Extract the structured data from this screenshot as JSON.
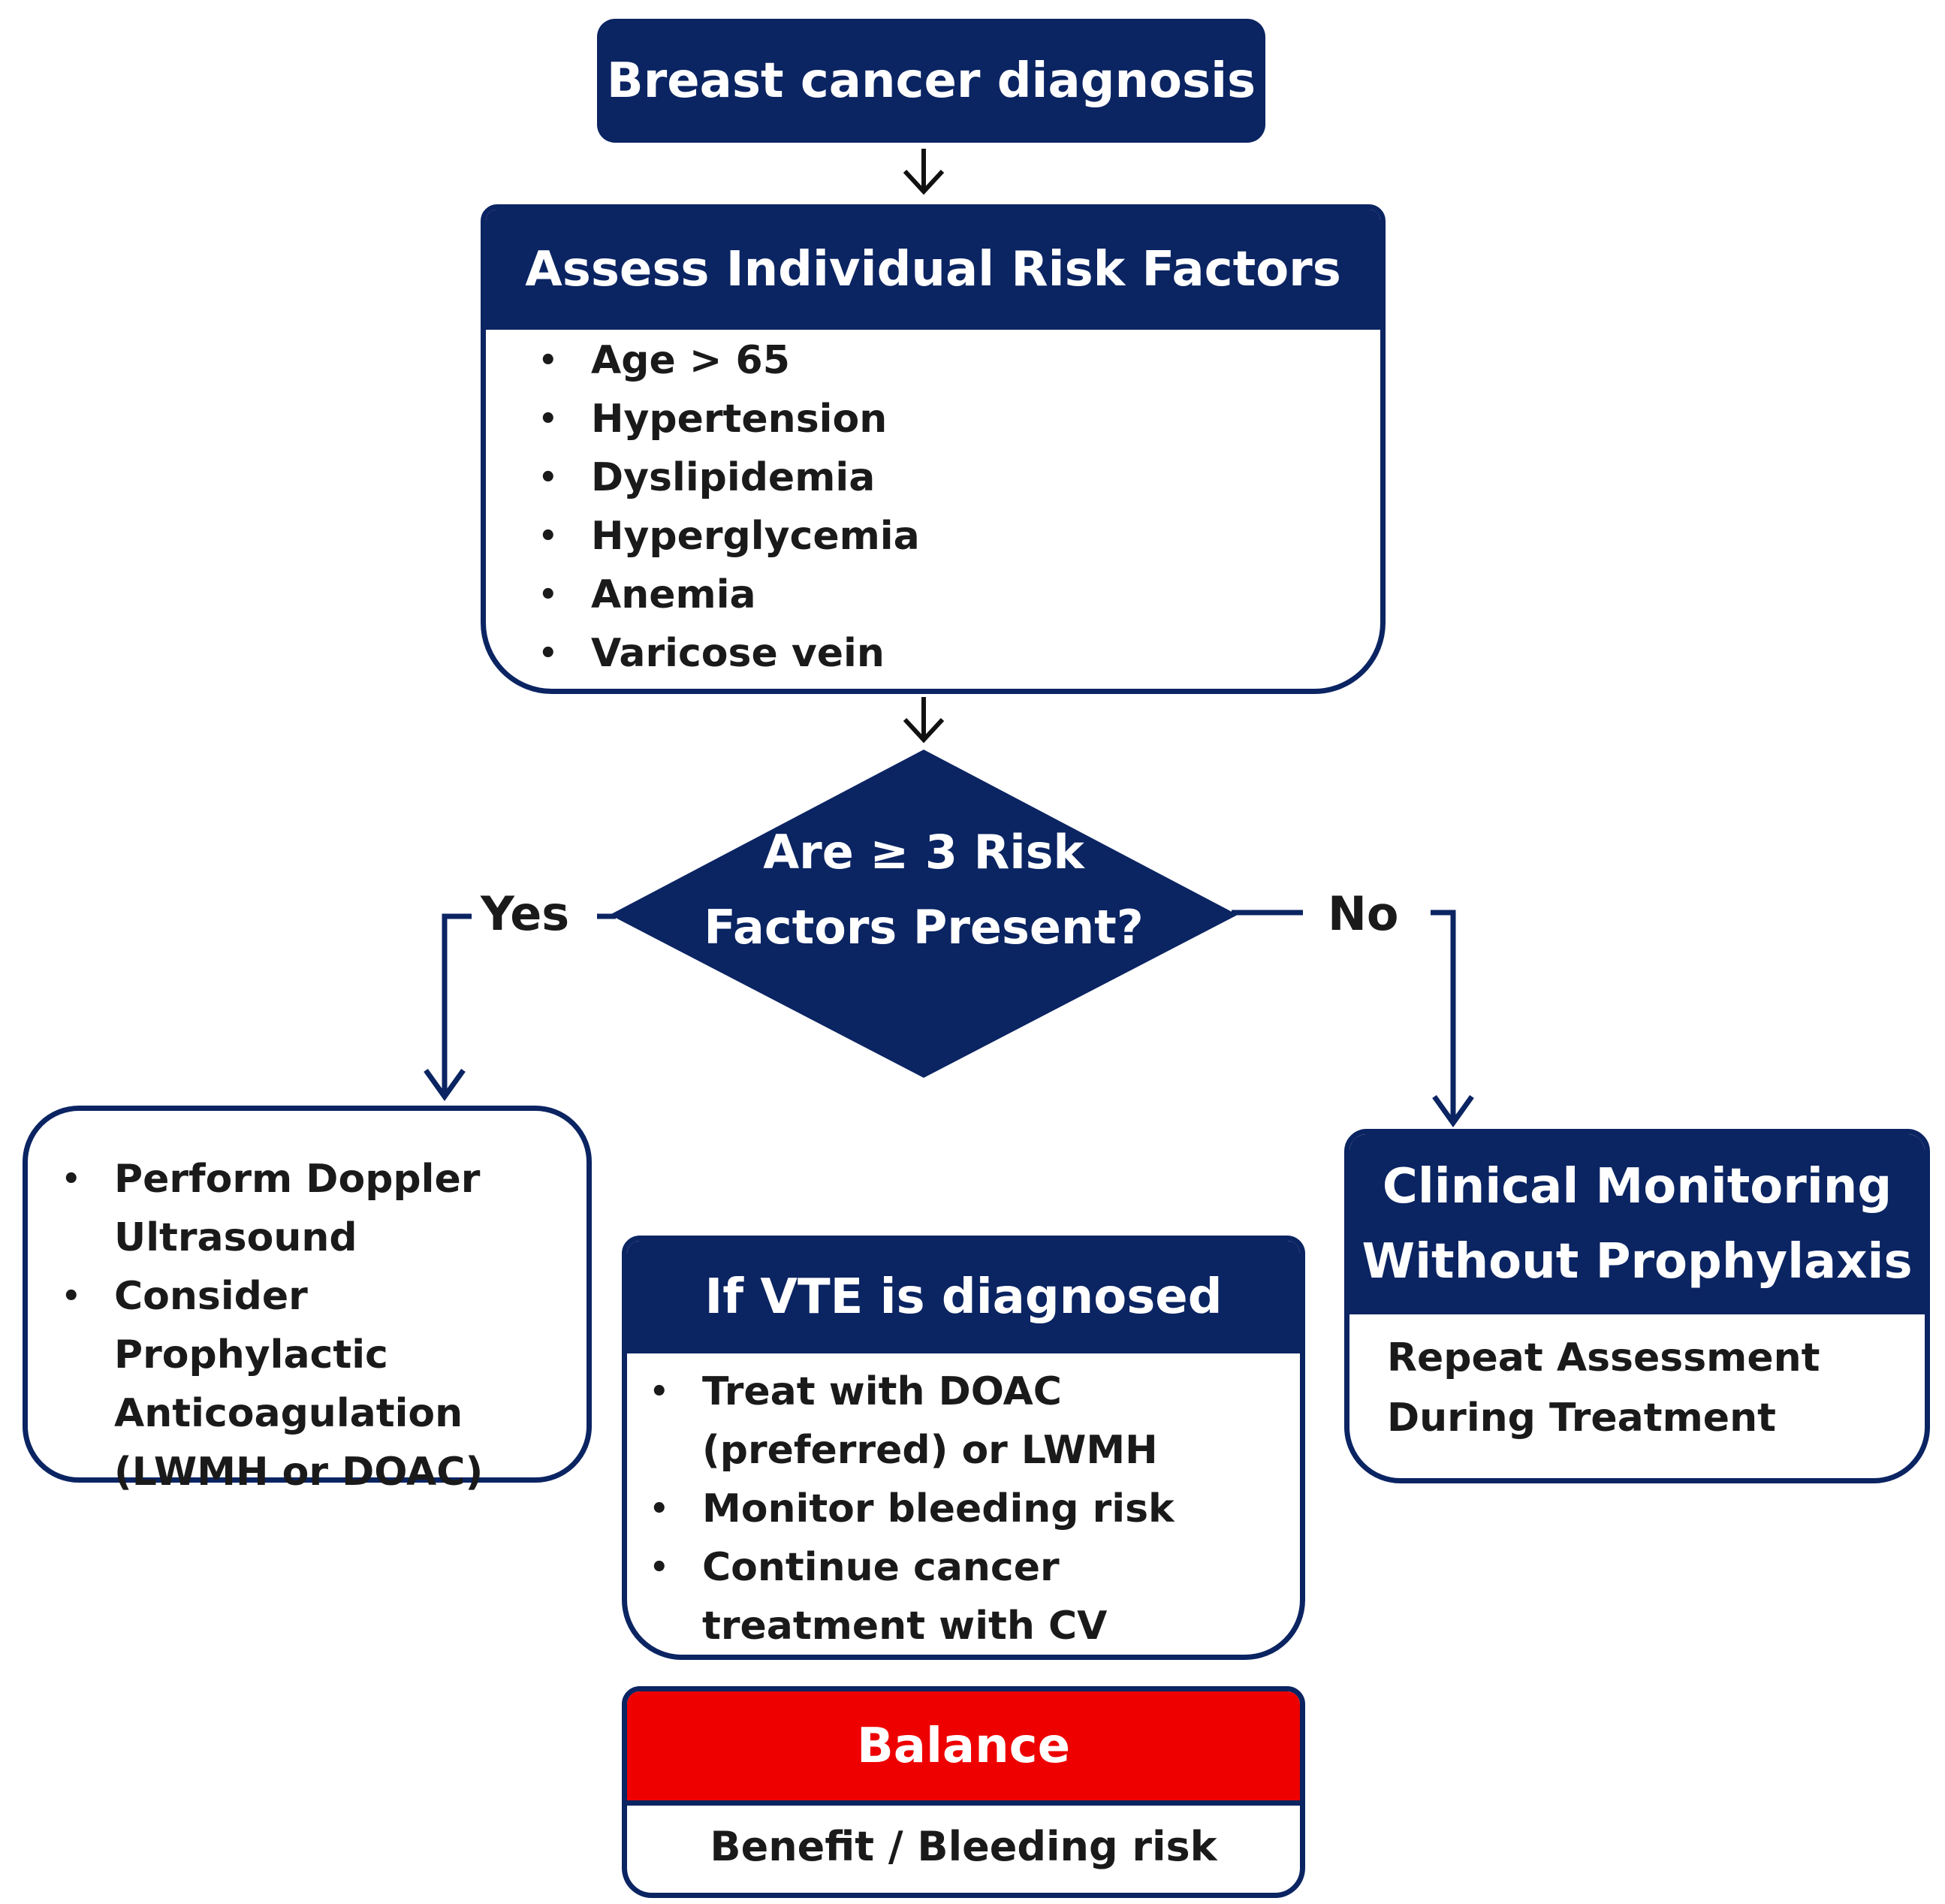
{
  "diagnosis": {
    "label": "Breast cancer diagnosis"
  },
  "risk_factors": {
    "title": "Assess Individual  Risk Factors",
    "items": [
      "Age > 65",
      "Hypertension",
      "Dyslipidemia",
      "Hyperglycemia",
      "Anemia",
      "Varicose vein"
    ]
  },
  "decision": {
    "line1": "Are ≥ 3 Risk",
    "line2": "Factors  Present?",
    "yes_label": "Yes",
    "no_label": "No"
  },
  "yes_box": {
    "items": [
      "Perform Doppler Ultrasound",
      "Consider Prophylactic Anticoagulation (LWMH  or DOAC)"
    ]
  },
  "monitoring": {
    "title_line1": "Clinical  Monitoring",
    "title_line2": "Without  Prophylaxis",
    "body_line1": "Repeat Assessment",
    "body_line2": "During Treatment"
  },
  "vte": {
    "title": "If VTE  is diagnosed",
    "items": [
      "Treat with DOAC (preferred) or LWMH",
      "Monitor bleeding  risk",
      "Continue  cancer  treatment with CV surveillance"
    ]
  },
  "balance": {
    "title": "Balance",
    "body": "Benefit  /  Bleeding risk"
  },
  "colors": {
    "navy": "#0b2462",
    "red": "#ee0000",
    "white": "#ffffff"
  }
}
